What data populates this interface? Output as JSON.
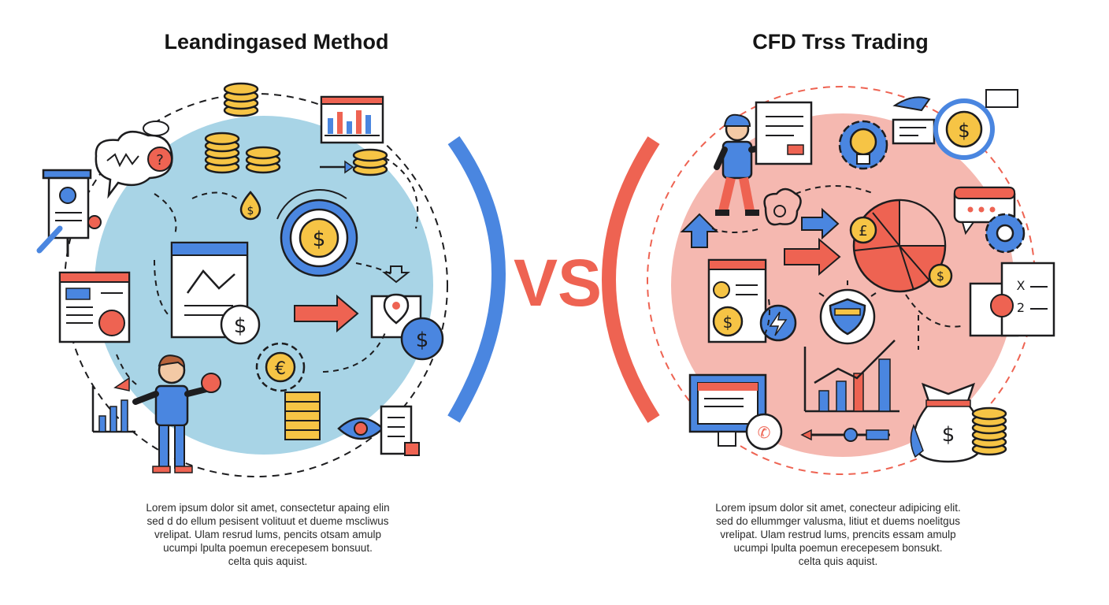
{
  "left": {
    "title": "Leandingased Method",
    "paragraph": [
      "Lorem ipsum dolor sit amet, consectetur apaing elin",
      "sed d do ellum pesisent volituut et dueme mscliwus",
      "vrelipat. Ulam resrud lums, pencits otsam amulp",
      "ucumpi lpulta poemun erecepesem bonsuut.",
      "celta quis aquist."
    ]
  },
  "vs_label": "VS",
  "right": {
    "title": "CFD Trss Trading",
    "paragraph": [
      "Lorem ipsum dolor sit amet, conecteur adipicing elit.",
      "sed do ellummger valusma, litiut et duems noelitgus",
      "vrelipat. Ulam restrud lums, prencits essam amulp",
      "ucumpi lpulta poemun erecepesem bonsukt.",
      "celta quis aquist."
    ]
  },
  "colors": {
    "left_circle": "#a8d4e6",
    "right_circle": "#f5b8b0",
    "blue_arc": "#4a86e0",
    "red_arc": "#ee6352",
    "vs": "#ee6352",
    "coin": "#f6c445",
    "outline": "#1d1d1f"
  },
  "icons": {
    "left": [
      "presentation-board-icon",
      "speech-bubble-icon",
      "coin-stack-icon",
      "bar-chart-icon",
      "dollar-drop-icon",
      "dollar-target-icon",
      "document-chart-icon",
      "dollar-coin-icon",
      "arrow-right-icon",
      "location-card-icon",
      "browser-window-icon",
      "person-icon",
      "gear-euro-icon",
      "server-stack-icon",
      "eye-checklist-icon"
    ],
    "right": [
      "trader-person-icon",
      "scroll-document-icon",
      "lightbulb-gear-icon",
      "dollar-magnifier-icon",
      "chat-bubble-icon",
      "gear-icon",
      "pie-chart-icon",
      "pound-coin-icon",
      "arrow-up-icon",
      "lock-card-icon",
      "lightning-badge-icon",
      "shield-icon",
      "growth-chart-icon",
      "math-document-icon",
      "monitor-phone-icon",
      "money-bag-icon",
      "coin-stack-icon"
    ]
  }
}
